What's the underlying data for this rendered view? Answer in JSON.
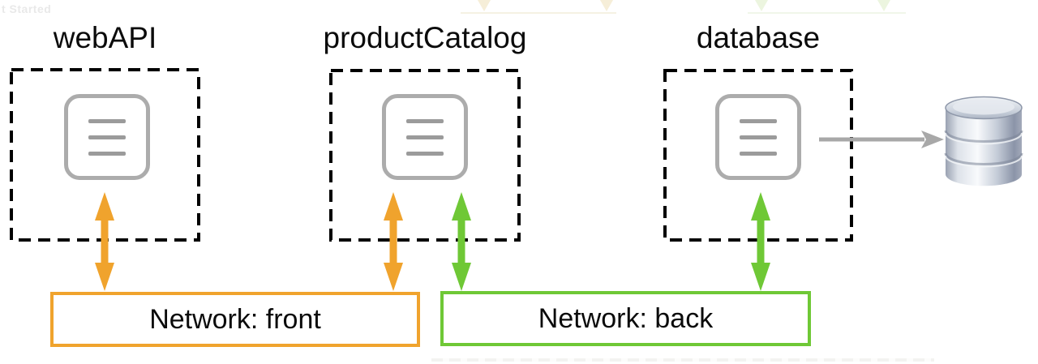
{
  "colors": {
    "orange": "#F0A32D",
    "green": "#6FC836",
    "icon-gray": "#ACACAC",
    "icon-line-gray": "#9B9B9B",
    "arrow-gray": "#A8A8A8",
    "dash-black": "#000000"
  },
  "services": [
    {
      "name": "webAPI"
    },
    {
      "name": "productCatalog"
    },
    {
      "name": "database"
    }
  ],
  "networks": [
    {
      "label": "Network: front",
      "color": "#F0A32D"
    },
    {
      "label": "Network: back",
      "color": "#6FC836"
    }
  ],
  "connections": [
    {
      "from": "webAPI",
      "to": "Network: front",
      "style": "double-arrow",
      "color": "#F0A32D"
    },
    {
      "from": "productCatalog",
      "to": "Network: front",
      "style": "double-arrow",
      "color": "#F0A32D"
    },
    {
      "from": "productCatalog",
      "to": "Network: back",
      "style": "double-arrow",
      "color": "#6FC836"
    },
    {
      "from": "database",
      "to": "Network: back",
      "style": "double-arrow",
      "color": "#6FC836"
    },
    {
      "from": "database",
      "to": "external-database-cylinder",
      "style": "single-arrow",
      "color": "#A8A8A8"
    }
  ],
  "icons": {
    "container": "container-icon",
    "external_db": "database-cylinder-icon"
  },
  "ghost": {
    "partial_text": "t Started"
  }
}
